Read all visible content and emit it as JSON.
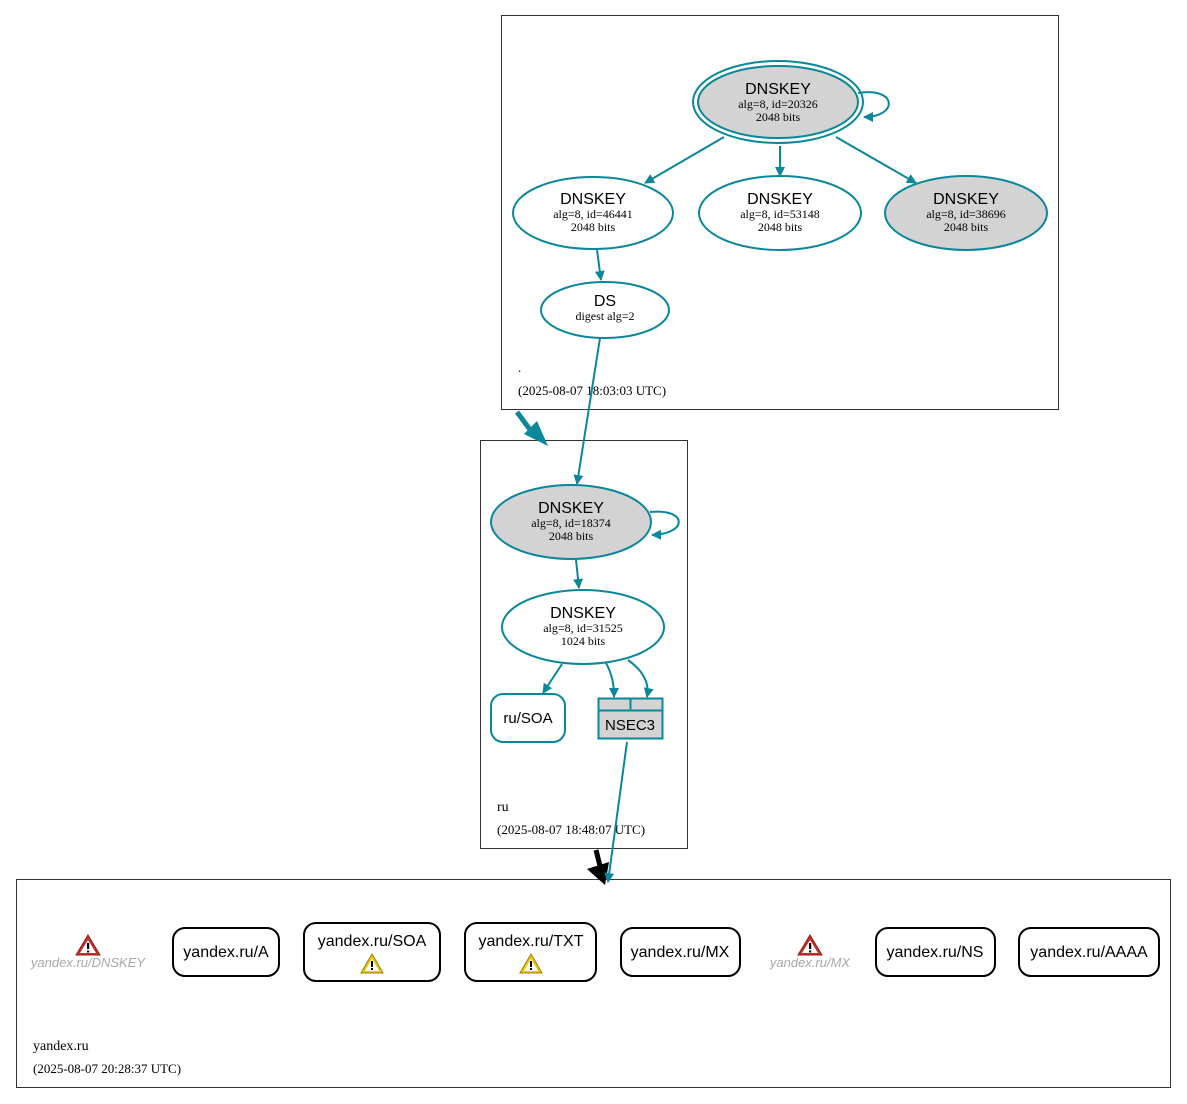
{
  "colors": {
    "edge": "#0a879a",
    "sep_fill": "#d3d3d3",
    "warn_red": "#c4312b",
    "warn_yellow": "#f2c812",
    "muted_text": "#a8a8a8"
  },
  "zones": {
    "root": {
      "name": ".",
      "timestamp": "(2025-08-07 18:03:03 UTC)"
    },
    "ru": {
      "name": "ru",
      "timestamp": "(2025-08-07 18:48:07 UTC)"
    },
    "yandex": {
      "name": "yandex.ru",
      "timestamp": "(2025-08-07 20:28:37 UTC)"
    }
  },
  "nodes": {
    "root_ksk": {
      "title": "DNSKEY",
      "line1": "alg=8, id=20326",
      "line2": "2048 bits",
      "ksk": true,
      "sep": true
    },
    "root_zsk1": {
      "title": "DNSKEY",
      "line1": "alg=8, id=46441",
      "line2": "2048 bits"
    },
    "root_zsk2": {
      "title": "DNSKEY",
      "line1": "alg=8, id=53148",
      "line2": "2048 bits"
    },
    "root_zsk3": {
      "title": "DNSKEY",
      "line1": "alg=8, id=38696",
      "line2": "2048 bits",
      "sep": true
    },
    "root_ds": {
      "title": "DS",
      "line1": "digest alg=2"
    },
    "ru_ksk": {
      "title": "DNSKEY",
      "line1": "alg=8, id=18374",
      "line2": "2048 bits",
      "sep": true
    },
    "ru_zsk": {
      "title": "DNSKEY",
      "line1": "alg=8, id=31525",
      "line2": "1024 bits"
    },
    "ru_soa": {
      "label": "ru/SOA"
    },
    "ru_nsec3": {
      "label": "NSEC3"
    }
  },
  "records": {
    "dnskey": {
      "label": "yandex.ru/DNSKEY",
      "status": "error"
    },
    "a": {
      "label": "yandex.ru/A"
    },
    "soa": {
      "label": "yandex.ru/SOA",
      "status": "warning"
    },
    "txt": {
      "label": "yandex.ru/TXT",
      "status": "warning"
    },
    "mx": {
      "label": "yandex.ru/MX"
    },
    "mx_err": {
      "label": "yandex.ru/MX",
      "status": "error"
    },
    "ns": {
      "label": "yandex.ru/NS"
    },
    "aaaa": {
      "label": "yandex.ru/AAAA"
    }
  }
}
